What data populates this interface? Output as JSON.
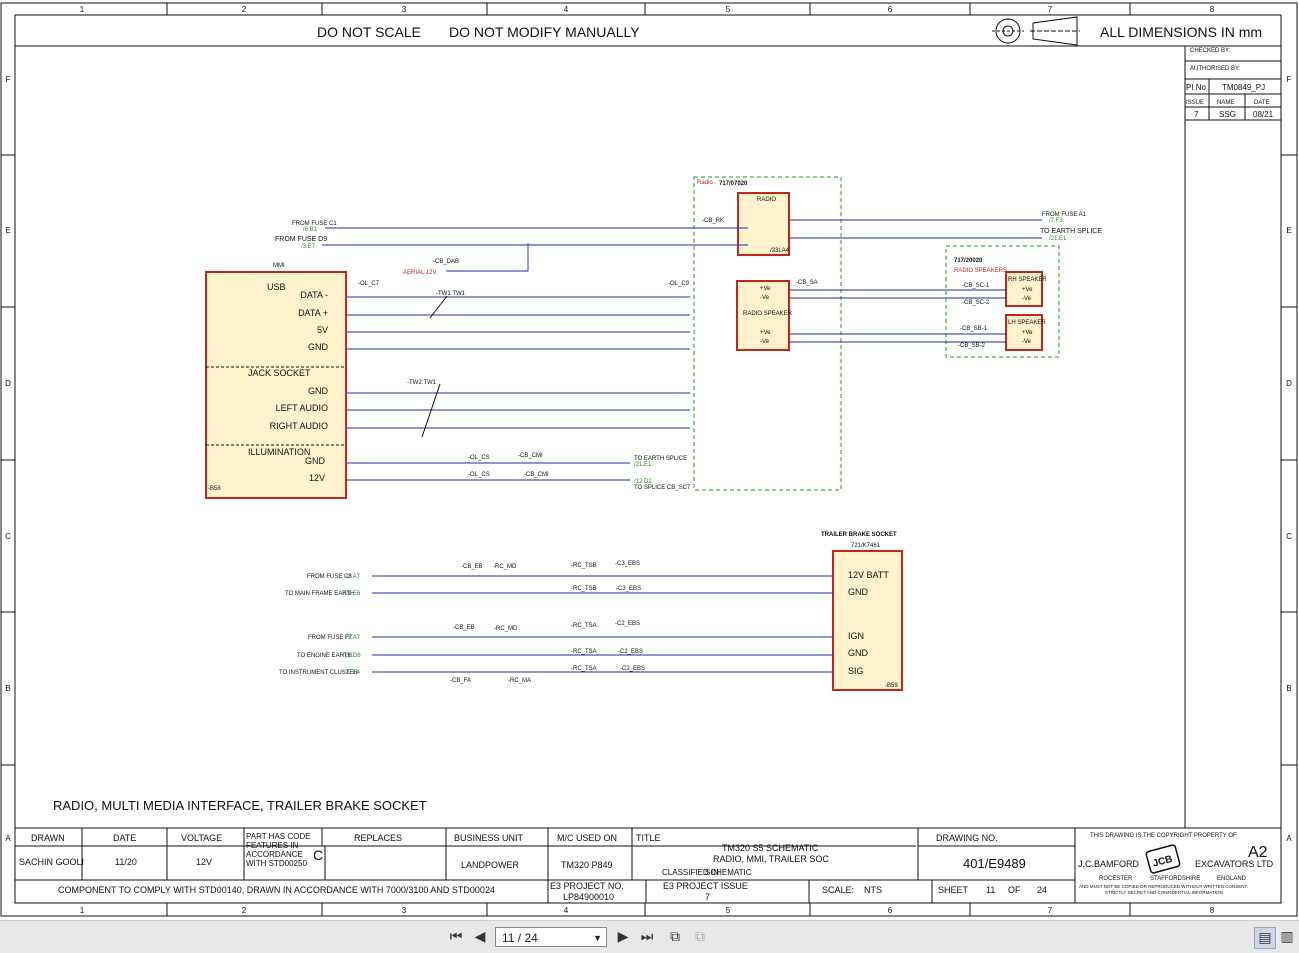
{
  "header": {
    "note1": "DO NOT SCALE",
    "note2": "DO NOT MODIFY MANUALLY",
    "dims": "ALL DIMENSIONS IN mm",
    "grid_cols": [
      "1",
      "2",
      "3",
      "4",
      "5",
      "6",
      "7",
      "8"
    ],
    "grid_rows": [
      "F",
      "E",
      "D",
      "C",
      "B",
      "A"
    ]
  },
  "revision": {
    "checked_by": "CHECKED BY:",
    "authorised_by": "AUTHORISED BY:",
    "pi_label": "PI No",
    "pi_value": "TM0849_PJ",
    "issue_label": "ISSUE",
    "name_label": "NAME",
    "date_label": "DATE",
    "issue_value": "7",
    "name_value": "SSG",
    "date_value": "08/21"
  },
  "radio_group": {
    "label": "Radio",
    "ref": "717/07020",
    "radio_title": "RADIO",
    "radio_code": "/33LA4",
    "speaker_title": "RADIO SPEAKER"
  },
  "speakers_group": {
    "ref": "717/20020",
    "label": "RADIO SPEAKERS",
    "rh": "RH SPEAKER",
    "lh": "LH SPEAKER",
    "pos": "+Ve",
    "neg": "-Ve"
  },
  "mmi": {
    "title": "MMI",
    "ref": "-B58",
    "sections": [
      "USB",
      "JACK SOCKET",
      "ILLUMINATION"
    ],
    "pins": [
      "DATA -",
      "DATA +",
      "5V",
      "GND",
      "GND",
      "LEFT AUDIO",
      "RIGHT AUDIO",
      "GND",
      "12V"
    ]
  },
  "trailer": {
    "title": "TRAILER BRAKE SOCKET",
    "ref_top": "721/K7461",
    "ref": "-B59",
    "pins": [
      "12V BATT",
      "GND",
      "IGN",
      "GND",
      "SIG"
    ]
  },
  "labels": {
    "from_fuse_c1": "FROM FUSE C1",
    "ref_c1": "/8.B1",
    "from_fuse_d9": "FROM FUSE D9",
    "ref_d9": "/3.E7",
    "aerial": "AERIAL 12V",
    "from_fuse_a1": "FROM FUSE A1",
    "ref_a1": "/7.F3",
    "to_earth_splice": "TO EARTH SPLICE",
    "ref_e1": "/21.E1",
    "to_splice_cb": "TO SPLICE CB_SC7",
    "ref_d1": "/12.D1",
    "from_fuse_c8": "FROM FUSE C8",
    "ref_c8": "/2.A7",
    "to_main_frame_earth": "TO MAIN FRAME EARTH",
    "ref_e6": "/21.E6",
    "from_fuse_f7": "FROM FUSE F7",
    "ref_f7": "/3.A7",
    "to_engine_earth": "TO ENGINE EARTH",
    "ref_d6": "/21.D6",
    "to_instrument_cluster": "TO INSTRUMENT CLUSTER",
    "ref_e4": "/9.E4",
    "tw1": "-TW1:TW1",
    "tw2": "-TW2:TW1",
    "cb_dab": "-CB_DAB",
    "cb_rk": "-CB_RK",
    "cb_sa": "-CB_SA",
    "ol_c7": "-OL_C7",
    "ol_c9": "-OL_C9",
    "ol_cs": "-OL_CS",
    "cb_cmi": "-CB_CMI",
    "cb_sc1": "-CB_SC-1",
    "cb_sc2": "-CB_SC-2",
    "cb_sb1": "-CB_SB-1",
    "cb_sb2": "-CB_SB-2",
    "cb_eb": "-CB_EB",
    "rc_md": "-RC_MD",
    "rc_tsb": "-RC_TSB",
    "c3_ebs": "-C3_EBS",
    "rc_tsa": "-RC_TSA",
    "c2_ebs": "-C2_EBS",
    "cb_fa": "-CB_FA",
    "rc_ma": "-RC_MA"
  },
  "sheet_title": "RADIO, MULTI MEDIA INTERFACE, TRAILER BRAKE SOCKET",
  "title_block": {
    "drawn_label": "DRAWN",
    "drawn_value": "SACHIN GOOLI",
    "date_label": "DATE",
    "date_value": "11/20",
    "voltage_label": "VOLTAGE",
    "voltage_value": "12V",
    "part_code_text": "PART HAS CODE FEATURES IN ACCORDANCE WITH STD00250",
    "part_code_value": "C",
    "replaces_label": "REPLACES",
    "business_unit_label": "BUSINESS UNIT",
    "business_unit_value": "LANDPOWER",
    "mc_label": "M/C USED ON",
    "mc_value": "TM320 P849",
    "title_label": "TITLE",
    "title_line1": "TM320 S5 SCHEMATIC",
    "title_line2": "RADIO, MMI, TRAILER SOC",
    "classified_label": "CLASSIFIED IN",
    "classified_value": "SCHEMATIC",
    "drawing_no_label": "DRAWING NO.",
    "drawing_no_value": "401/E9489",
    "size": "A2",
    "copyright": "THIS DRAWING IS THE COPYRIGHT PROPERTY OF",
    "company1": "J.C.BAMFORD",
    "company2": "EXCAVATORS LTD",
    "addr1": "ROCESTER",
    "addr2": "STAFFORDSHIRE",
    "addr3": "ENGLAND",
    "notice1": "AND MUST NOT BE COPIED OR REPRODUCED WITHOUT WRITTEN CONSENT.",
    "notice2": "STRICTLY SECRET AND CONFIDENTIAL INFORMATION",
    "comply": "COMPONENT TO COMPLY WITH STD00140, DRAWN IN ACCORDANCE WITH 7000/3100 AND STD00024",
    "e3_project_label": "E3 PROJECT NO.",
    "e3_project_value": "LP84900010",
    "e3_issue_label": "E3 PROJECT ISSUE",
    "e3_issue_value": "7",
    "scale_label": "SCALE:",
    "scale_value": "NTS",
    "sheet_label": "SHEET",
    "sheet_value": "11",
    "of_label": "OF",
    "of_value": "24",
    "logo": "JCB"
  },
  "viewer": {
    "page_display": "11 / 24"
  }
}
